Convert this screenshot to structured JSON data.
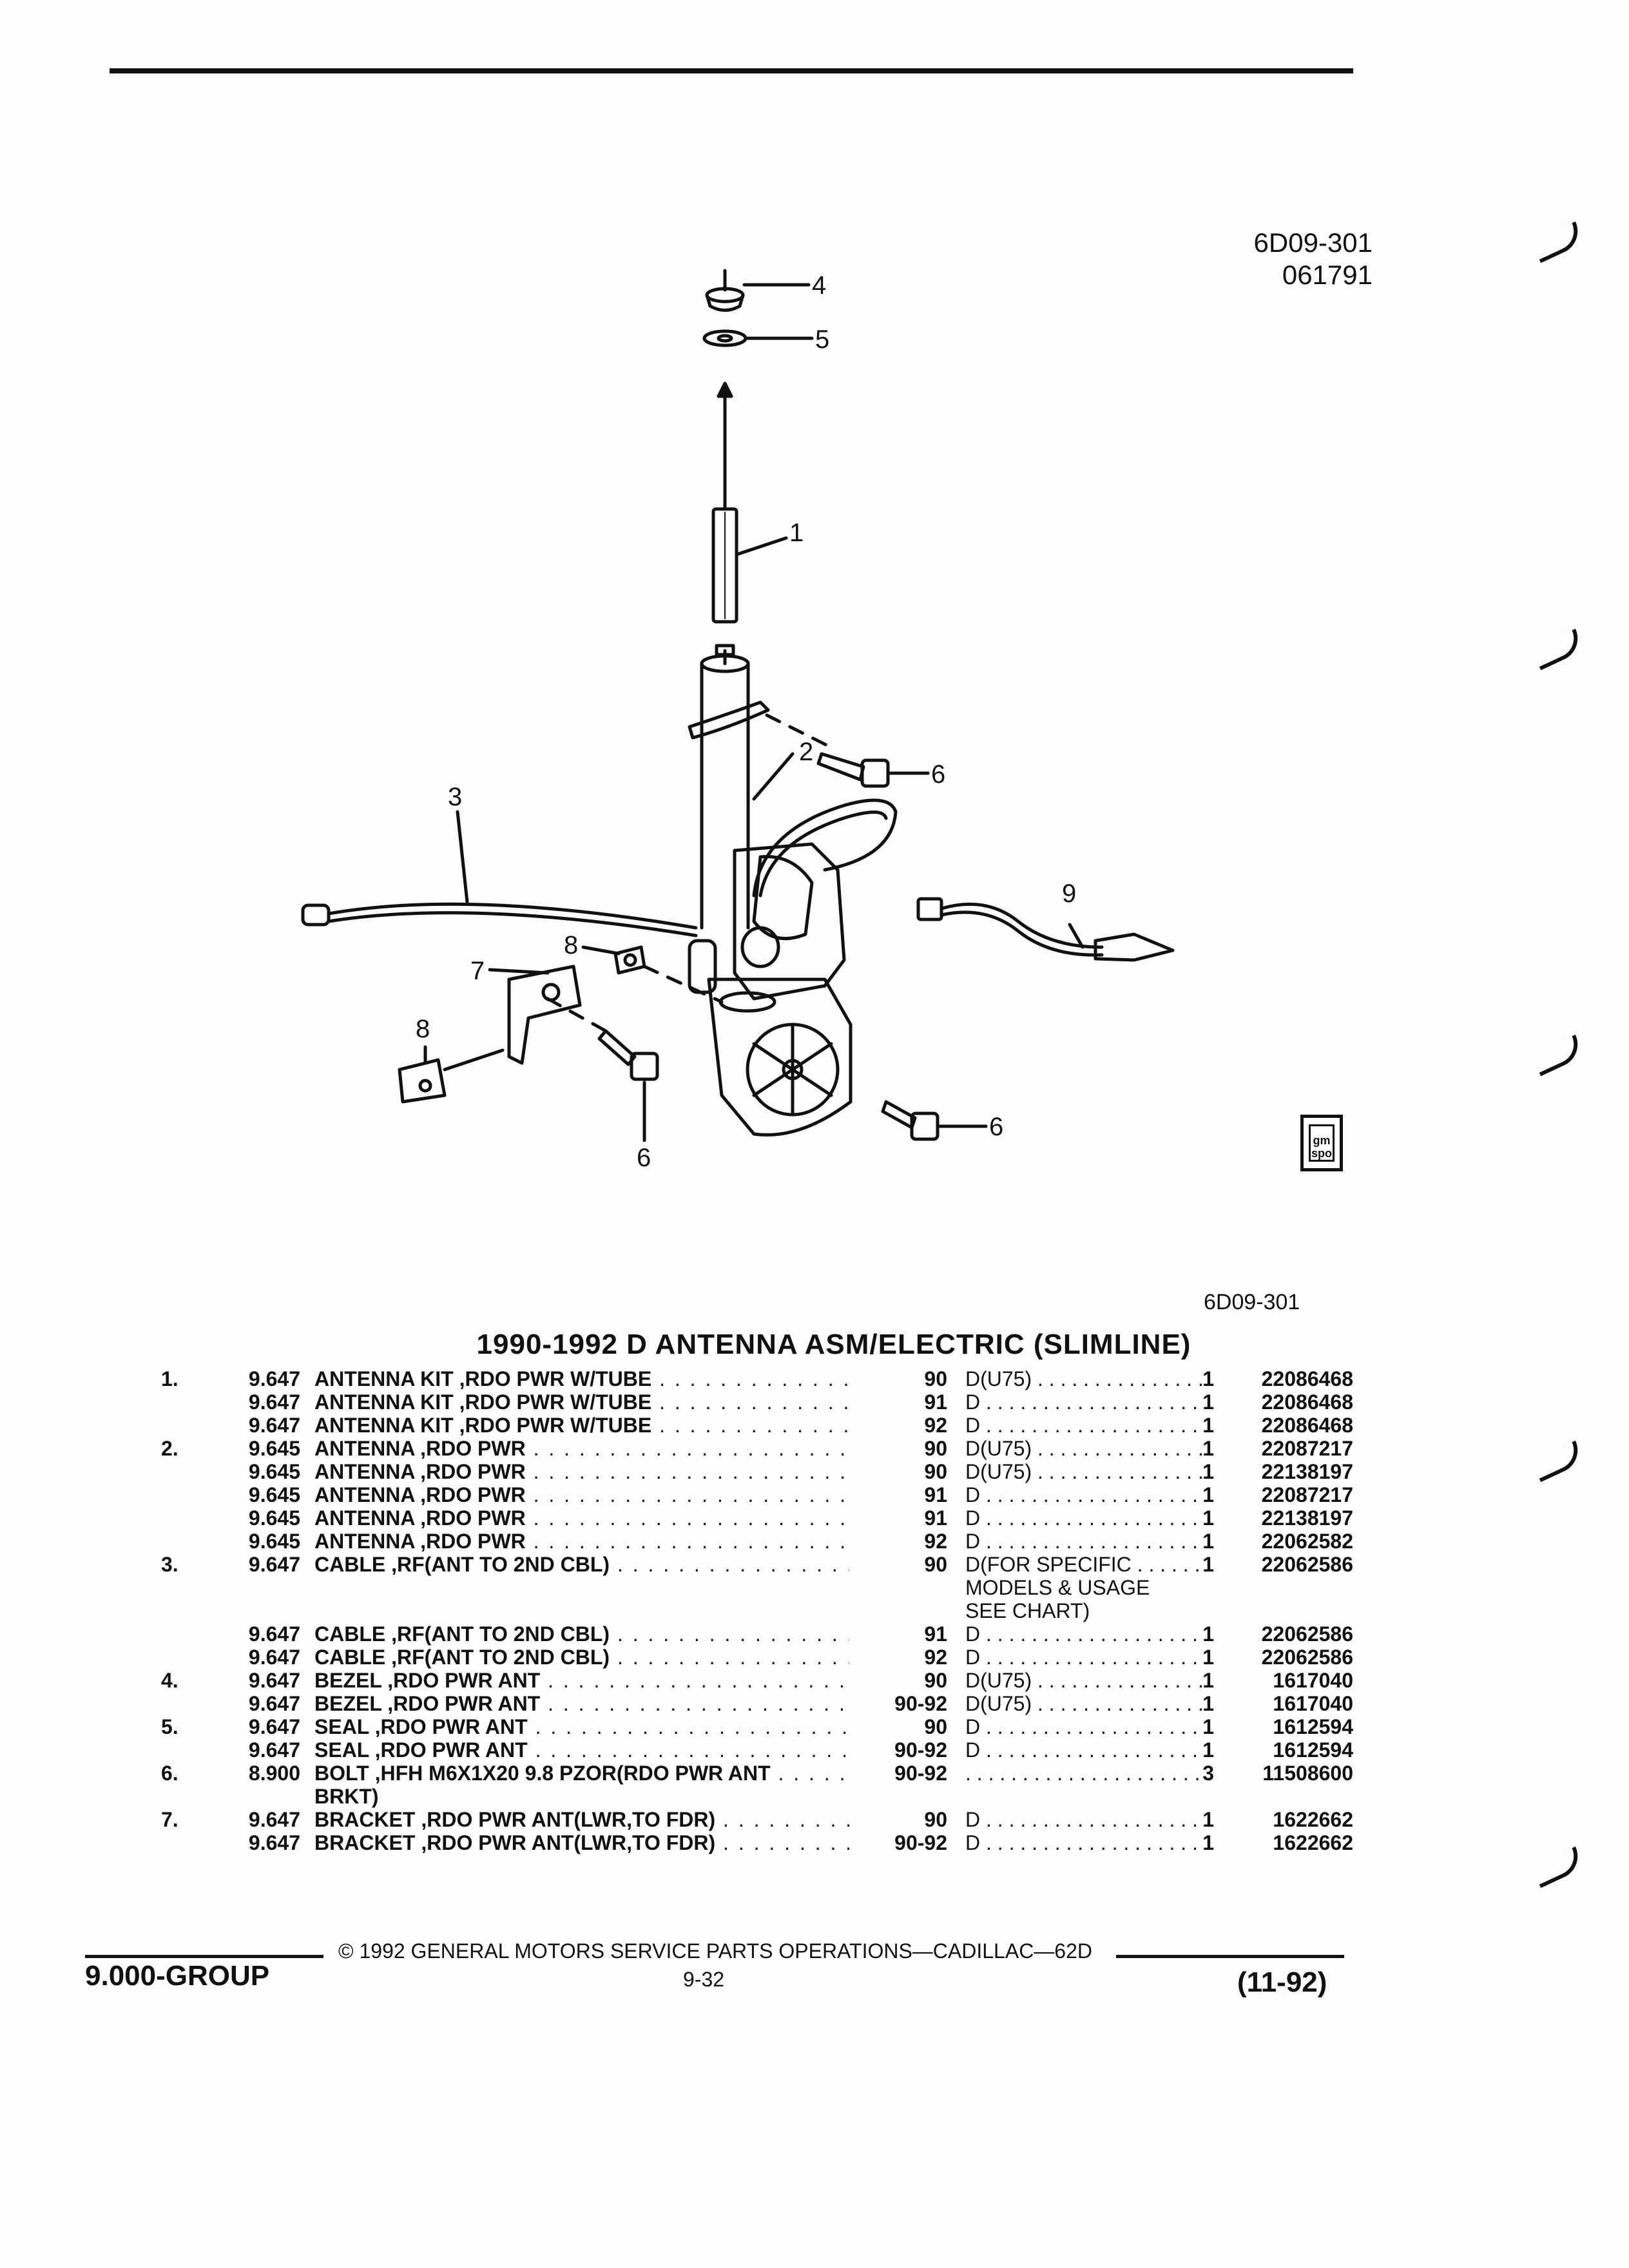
{
  "header": {
    "code": "6D09-301",
    "date_code": "061791"
  },
  "diagram": {
    "callouts": [
      "1",
      "2",
      "3",
      "4",
      "5",
      "6",
      "6",
      "6",
      "7",
      "8",
      "8",
      "9"
    ]
  },
  "icon": {
    "label": "gm spo"
  },
  "section": {
    "code": "6D09-301",
    "title": "1990-1992 D ANTENNA ASM/ELECTRIC (SLIMLINE)"
  },
  "parts": [
    {
      "num": "1.",
      "grp": "9.647",
      "desc": "ANTENNA KIT ,RDO PWR W/TUBE",
      "yr": "90",
      "mdl": "D(U75)",
      "qty": "1",
      "pn": "22086468"
    },
    {
      "num": "",
      "grp": "9.647",
      "desc": "ANTENNA KIT ,RDO PWR W/TUBE",
      "yr": "91",
      "mdl": "D",
      "qty": "1",
      "pn": "22086468"
    },
    {
      "num": "",
      "grp": "9.647",
      "desc": "ANTENNA KIT ,RDO PWR W/TUBE",
      "yr": "92",
      "mdl": "D",
      "qty": "1",
      "pn": "22086468"
    },
    {
      "num": "2.",
      "grp": "9.645",
      "desc": "ANTENNA ,RDO PWR",
      "yr": "90",
      "mdl": "D(U75)",
      "qty": "1",
      "pn": "22087217"
    },
    {
      "num": "",
      "grp": "9.645",
      "desc": "ANTENNA ,RDO PWR",
      "yr": "90",
      "mdl": "D(U75)",
      "qty": "1",
      "pn": "22138197"
    },
    {
      "num": "",
      "grp": "9.645",
      "desc": "ANTENNA ,RDO PWR",
      "yr": "91",
      "mdl": "D",
      "qty": "1",
      "pn": "22087217"
    },
    {
      "num": "",
      "grp": "9.645",
      "desc": "ANTENNA ,RDO PWR",
      "yr": "91",
      "mdl": "D",
      "qty": "1",
      "pn": "22138197"
    },
    {
      "num": "",
      "grp": "9.645",
      "desc": "ANTENNA ,RDO PWR",
      "yr": "92",
      "mdl": "D",
      "qty": "1",
      "pn": "22062582"
    },
    {
      "num": "3.",
      "grp": "9.647",
      "desc": "CABLE ,RF(ANT TO 2ND CBL)",
      "yr": "90",
      "mdl": "D(FOR SPECIFIC",
      "qty": "1",
      "pn": "22062586",
      "mdl_cont": [
        "MODELS & USAGE",
        "SEE CHART)"
      ]
    },
    {
      "num": "",
      "grp": "9.647",
      "desc": "CABLE ,RF(ANT TO 2ND CBL)",
      "yr": "91",
      "mdl": "D",
      "qty": "1",
      "pn": "22062586"
    },
    {
      "num": "",
      "grp": "9.647",
      "desc": "CABLE ,RF(ANT TO 2ND CBL)",
      "yr": "92",
      "mdl": "D",
      "qty": "1",
      "pn": "22062586"
    },
    {
      "num": "4.",
      "grp": "9.647",
      "desc": "BEZEL ,RDO PWR ANT",
      "yr": "90",
      "mdl": "D(U75)",
      "qty": "1",
      "pn": "1617040"
    },
    {
      "num": "",
      "grp": "9.647",
      "desc": "BEZEL ,RDO PWR ANT",
      "yr": "90-92",
      "mdl": "D(U75)",
      "qty": "1",
      "pn": "1617040"
    },
    {
      "num": "5.",
      "grp": "9.647",
      "desc": "SEAL ,RDO PWR ANT",
      "yr": "90",
      "mdl": "D",
      "qty": "1",
      "pn": "1612594"
    },
    {
      "num": "",
      "grp": "9.647",
      "desc": "SEAL ,RDO PWR ANT",
      "yr": "90-92",
      "mdl": "D",
      "qty": "1",
      "pn": "1612594"
    },
    {
      "num": "6.",
      "grp": "8.900",
      "desc": "BOLT ,HFH M6X1X20 9.8 PZOR(RDO PWR ANT",
      "yr": "90-92",
      "mdl": "",
      "qty": "3",
      "pn": "11508600",
      "desc_cont": "BRKT)"
    },
    {
      "num": "7.",
      "grp": "9.647",
      "desc": "BRACKET ,RDO PWR ANT(LWR,TO FDR)",
      "yr": "90",
      "mdl": "D",
      "qty": "1",
      "pn": "1622662"
    },
    {
      "num": "",
      "grp": "9.647",
      "desc": "BRACKET ,RDO PWR ANT(LWR,TO FDR)",
      "yr": "90-92",
      "mdl": "D",
      "qty": "1",
      "pn": "1622662"
    }
  ],
  "footer": {
    "group": "9.000-GROUP",
    "copyright": "© 1992 GENERAL MOTORS SERVICE PARTS OPERATIONS—CADILLAC—62D",
    "page": "9-32",
    "date": "(11-92)"
  }
}
